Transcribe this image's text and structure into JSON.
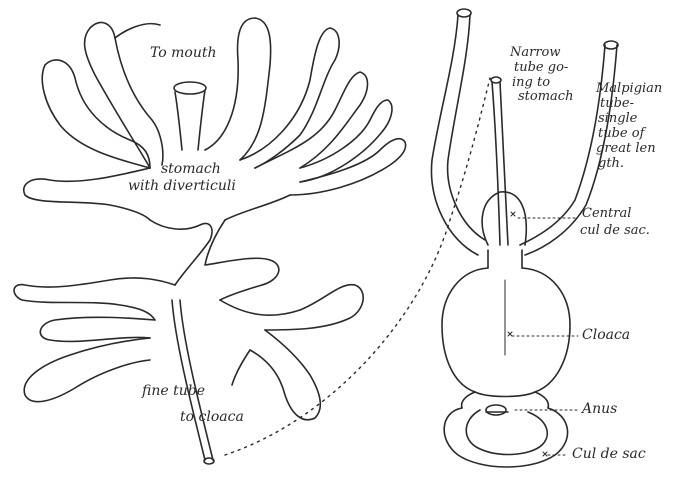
{
  "left_figure": {
    "to_mouth": "To mouth",
    "stomach_line1": "stomach",
    "stomach_line2": "with diverticuli",
    "fine_line1": "fine tube",
    "fine_line2": "to cloaca"
  },
  "right_figure": {
    "narrow_tube": [
      "Narrow",
      "tube go-",
      "ing to",
      "stomach"
    ],
    "malpighian": [
      "Malpigian",
      "tube-",
      "single",
      "tube of",
      "great len",
      "gth."
    ],
    "central_line1": "Central",
    "central_line2": "cul de sac.",
    "cloaca": "Cloaca",
    "anus": "Anus",
    "cul_de_sac": "Cul de sac"
  },
  "colors": {
    "ink": "#2a2a2a",
    "paper": "#ffffff"
  }
}
